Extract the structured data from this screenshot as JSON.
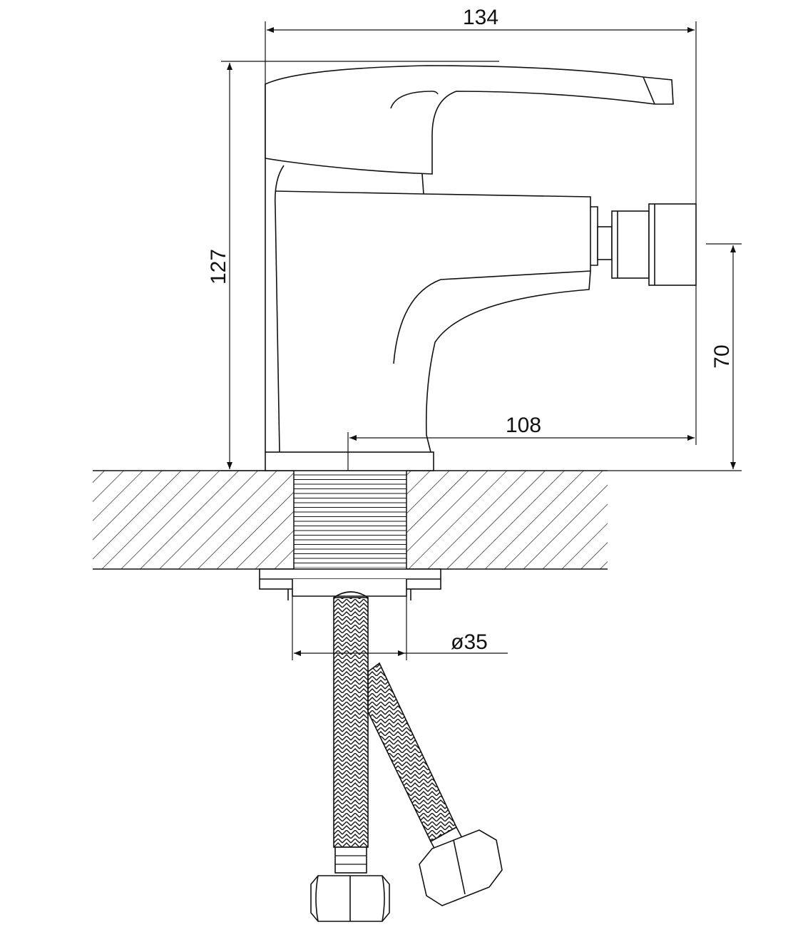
{
  "dimensions": {
    "overall_width": "134",
    "overall_height": "127",
    "spout_height": "70",
    "spout_reach": "108",
    "hole_diameter": "ø35"
  },
  "colors": {
    "line": "#111111",
    "background": "#ffffff"
  }
}
